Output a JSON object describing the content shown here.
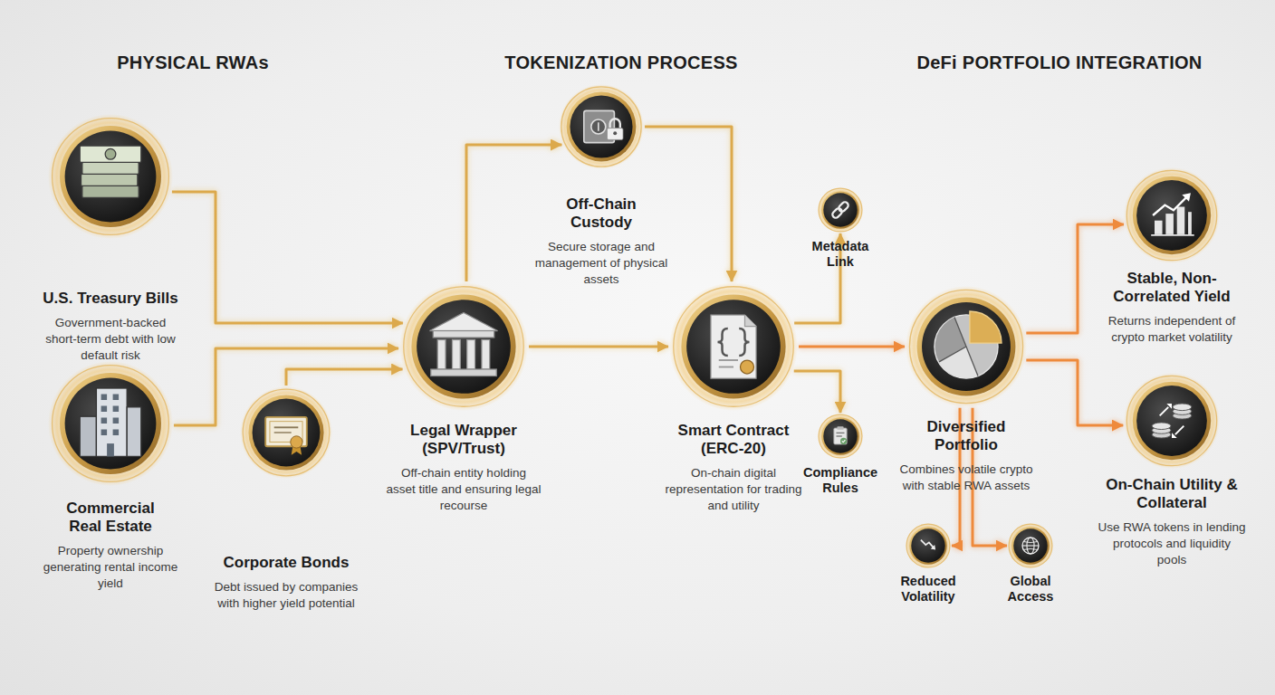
{
  "diagram": {
    "nodes": [
      {
        "text": [
          "U.S. Treasury Bills",
          "Government-backed short-term debt with low default risk"
        ]
      },
      {
        "text": [
          "Commercial Real Estate",
          "Property ownership generating rental income yield"
        ]
      },
      {
        "text": [
          "Corporate Bonds",
          "Debt issued by companies with higher yield potential"
        ]
      },
      {
        "text": [
          "Legal Wrapper (SPV/Trust)",
          "Off-chain entity holding asset title and ensuring legal recourse"
        ]
      },
      {
        "text": [
          "Off-Chain Custody",
          "Secure storage and management of physical assets"
        ]
      },
      {
        "text": [
          "Smart Contract (ERC-20)",
          "On-chain digital representation for trading and utility"
        ]
      },
      {
        "text": [
          "Metadata Link"
        ]
      },
      {
        "text": [
          "Compliance Rules"
        ]
      },
      {
        "text": [
          "Diversified Portfolio",
          "Combines volatile crypto with stable RWA assets"
        ]
      },
      {
        "text": [
          "Reduced Volatility"
        ]
      },
      {
        "text": [
          "Global Access"
        ]
      },
      {
        "text": [
          "Stable, Non-Correlated Yield",
          "Returns independent of crypto market volatility"
        ]
      },
      {
        "text": [
          "On-Chain Utility & Collateral",
          "Use RWA tokens in lending protocols and liquidity pools"
        ]
      }
    ],
    "edges": [
      {
        "from": 0,
        "to": 3,
        "arrow": "to"
      },
      {
        "from": 1,
        "to": 3,
        "arrow": "to"
      },
      {
        "from": 2,
        "to": 3,
        "arrow": "to"
      },
      {
        "from": 3,
        "to": 4,
        "arrow": "to"
      },
      {
        "from": 4,
        "to": 5,
        "arrow": "to"
      },
      {
        "from": 3,
        "to": 5,
        "arrow": "to"
      },
      {
        "from": 5,
        "to": 6,
        "arrow": "to"
      },
      {
        "from": 5,
        "to": 7,
        "arrow": "to"
      },
      {
        "from": 5,
        "to": 8,
        "arrow": "to"
      },
      {
        "from": 8,
        "to": 11,
        "arrow": "to"
      },
      {
        "from": 8,
        "to": 12,
        "arrow": "to"
      },
      {
        "from": 8,
        "to": 9,
        "arrow": "to"
      },
      {
        "from": 8,
        "to": 10,
        "arrow": "to"
      }
    ],
    "labels": [
      "PHYSICAL RWAs",
      "TOKENIZATION PROCESS",
      "DeFi PORTFOLIO INTEGRATION"
    ]
  }
}
